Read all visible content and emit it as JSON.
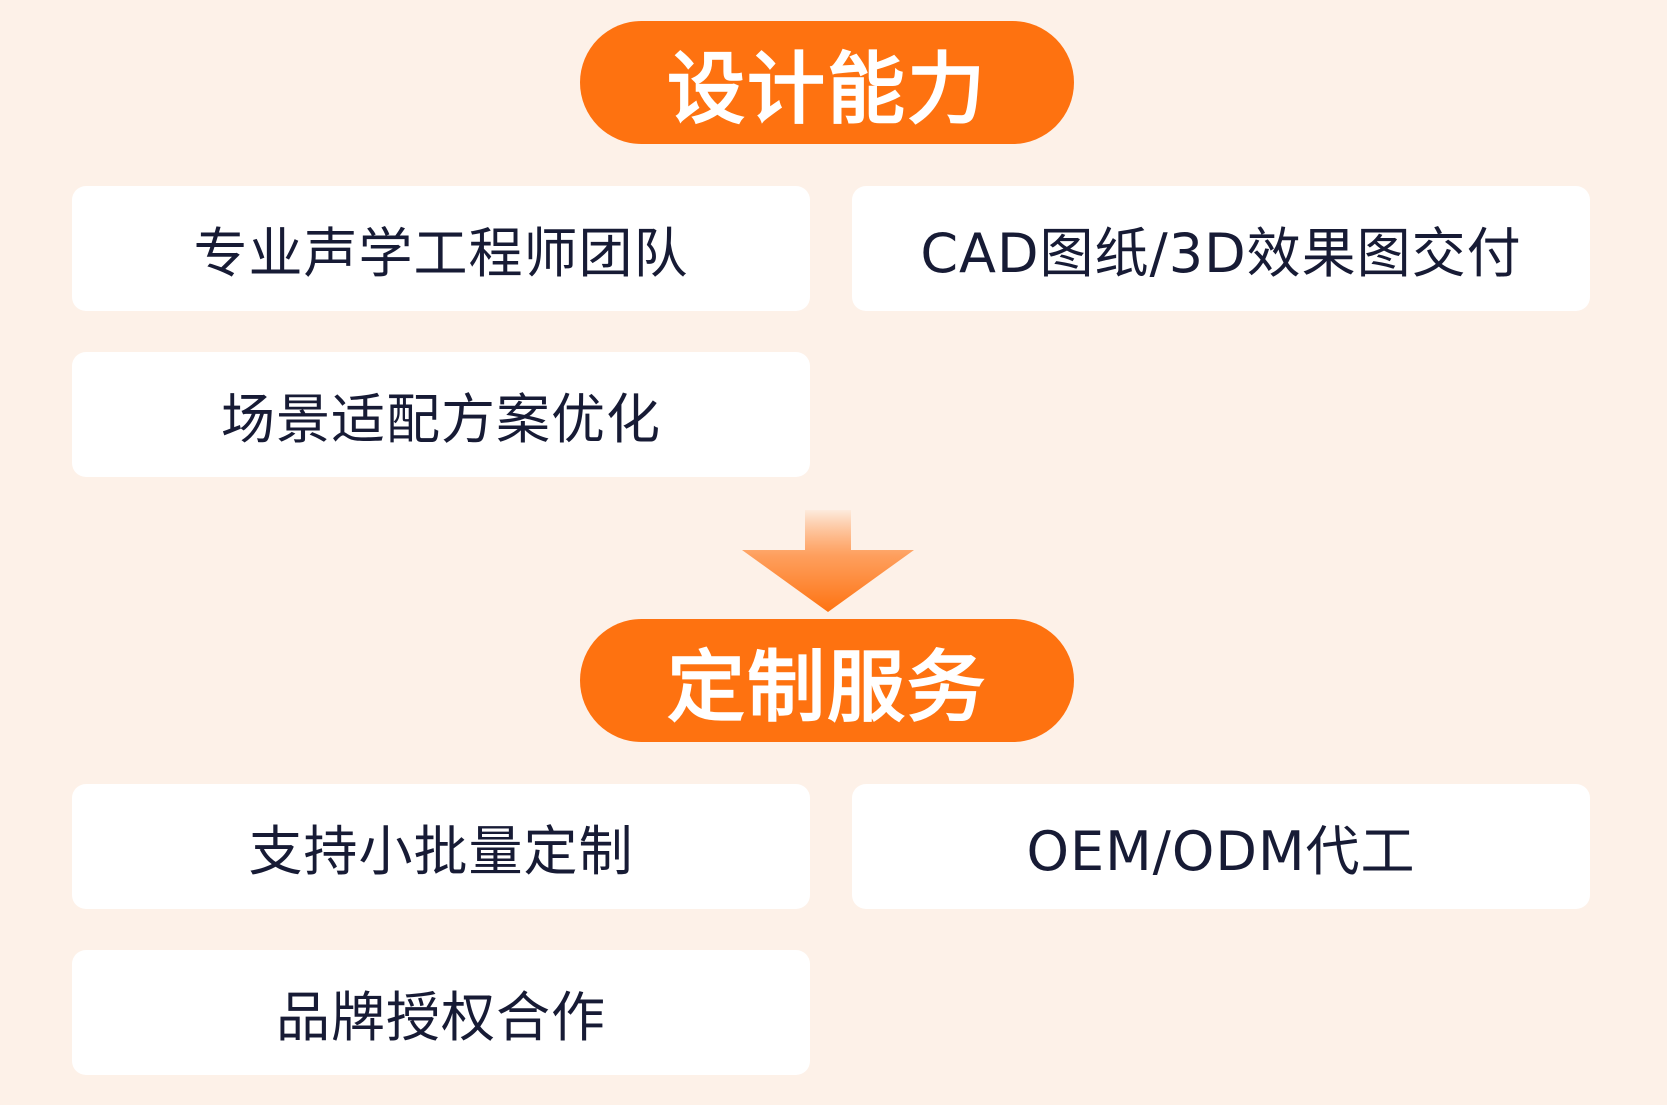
{
  "sections": [
    {
      "title": "设计能力",
      "items": [
        "专业声学工程师团队",
        "CAD图纸/3D效果图交付",
        "场景适配方案优化"
      ]
    },
    {
      "title": "定制服务",
      "items": [
        "支持小批量定制",
        "OEM/ODM代工",
        "品牌授权合作"
      ]
    }
  ],
  "colors": {
    "accent": "#fe7210",
    "background": "#fdf1e8",
    "text": "#171b35"
  }
}
